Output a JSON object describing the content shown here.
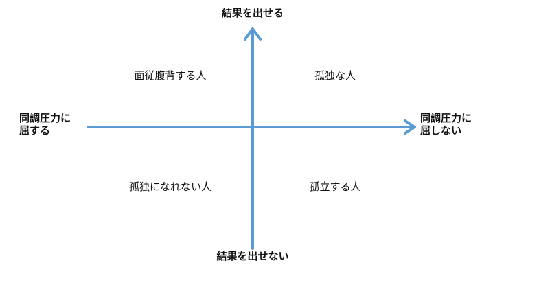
{
  "axes": {
    "top": "結果を出せる",
    "bottom": "結果を出せない",
    "left_line1": "同調圧力に",
    "left_line2": "屈する",
    "right_line1": "同調圧力に",
    "right_line2": "屈しない"
  },
  "quadrants": {
    "top_left": "面従腹背する人",
    "top_right": "孤独な人",
    "bottom_left": "孤独になれない人",
    "bottom_right": "孤立する人"
  },
  "colors": {
    "arrow": "#5b9bd5",
    "text": "#111111"
  },
  "icons": {
    "vertical_axis": "arrow-up-icon",
    "horizontal_axis": "arrow-right-icon"
  }
}
